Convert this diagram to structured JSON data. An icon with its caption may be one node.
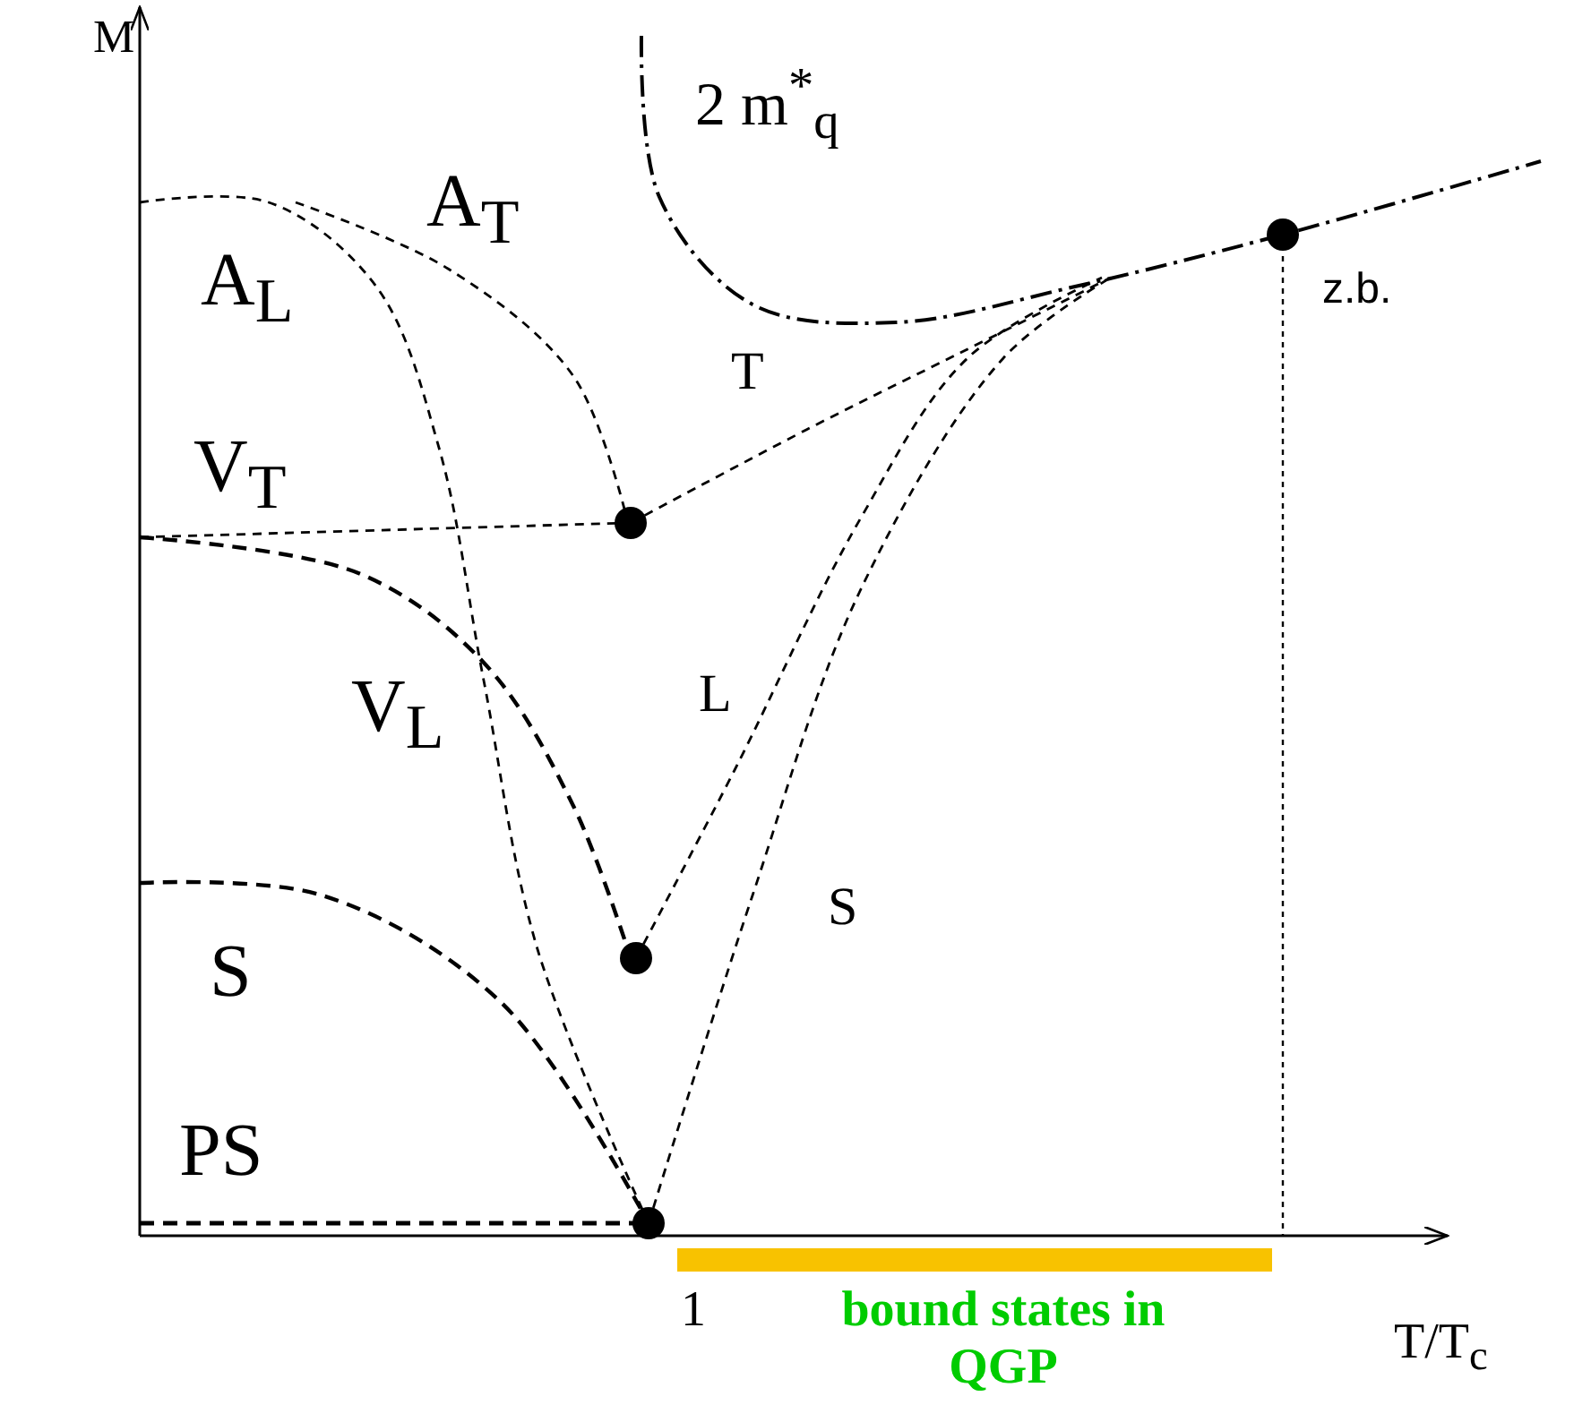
{
  "diagram": {
    "labels": [
      "M",
      "2 m$^{*}$$_{q}$",
      "A$_{T}$",
      "A$_{L}$",
      "T",
      "z.b.",
      "V$_{T}$",
      "V$_{L}$",
      "L",
      "S",
      "S",
      "PS",
      "1",
      "bound states in QGP",
      "T/T$_{c}$"
    ]
  }
}
